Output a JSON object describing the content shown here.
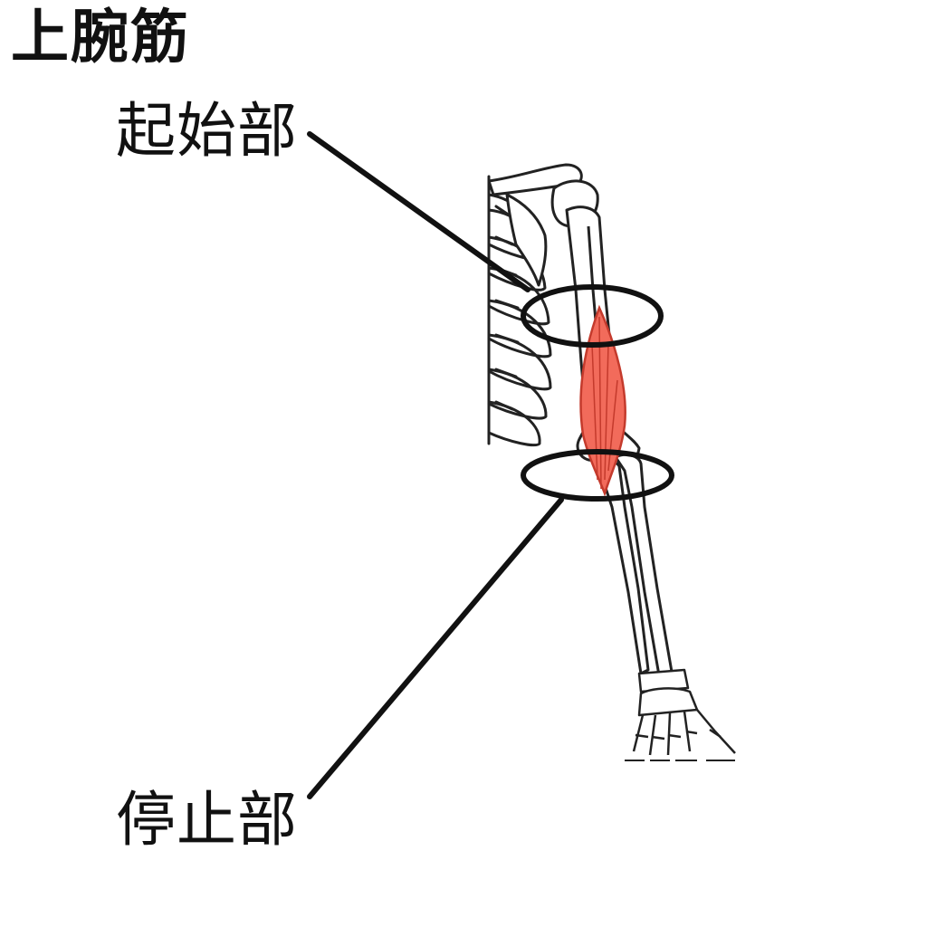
{
  "title": "上腕筋",
  "labels": {
    "origin": "起始部",
    "insertion": "停止部"
  },
  "colors": {
    "muscle": "#f26b5b",
    "muscle_stroke": "#c43a2c",
    "line": "#111111",
    "bone": "#ffffff"
  },
  "icons": {
    "skeleton": "arm-skeleton-illustration",
    "muscle": "brachialis-muscle-illustration"
  }
}
